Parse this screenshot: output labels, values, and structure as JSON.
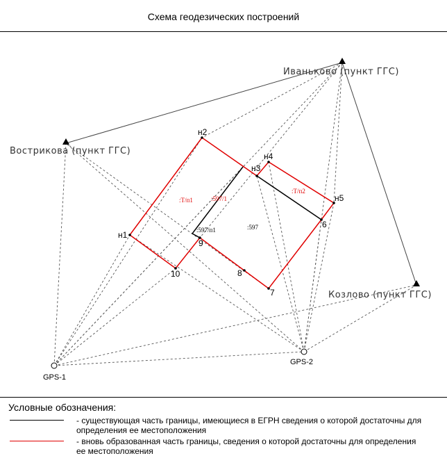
{
  "title": "Схема геодезических построений",
  "stations": [
    {
      "id": "ivankovo",
      "label": "Иваньково (пункт ГГС)"
    },
    {
      "id": "vostrikovo",
      "label": "Вострикова (пункт ГГС)"
    },
    {
      "id": "kozlovo",
      "label": "Козлово (пункт ГГС)"
    }
  ],
  "gps": [
    {
      "id": "gps1",
      "label": "GPS-1"
    },
    {
      "id": "gps2",
      "label": "GPS-2"
    }
  ],
  "points": {
    "n1": "н1",
    "n2": "н2",
    "n3": "н3",
    "n4": "н4",
    "n5": "н5",
    "p6": "6",
    "p7": "7",
    "p8": "8",
    "p9": "9",
    "p10": "10"
  },
  "parcels": {
    "tp1": ":Т/п1",
    "p597_1": ":597/1",
    "p597_n1": ":597/п1",
    "p597": ":597",
    "tp2": ":Т/п2"
  },
  "colors": {
    "existing": "#000000",
    "new": "#e00000",
    "survey": "#555555",
    "frame": "#333333"
  },
  "legend": {
    "title": "Условные обозначения:",
    "existing_text": "- существующая часть границы, имеющиеся в ЕГРН сведения о которой достаточны для определения ее местоположения",
    "new_text": "- вновь образованная часть границы, сведения о которой достаточны для определения ее местоположения"
  }
}
